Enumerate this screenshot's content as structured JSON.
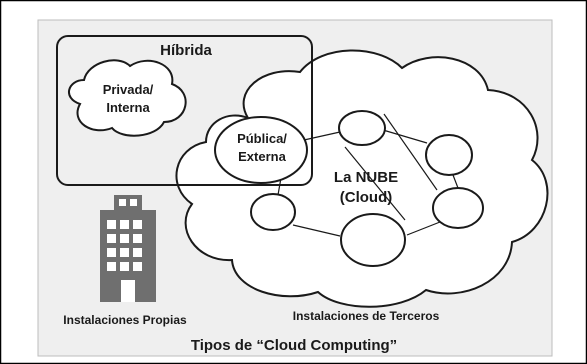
{
  "labels": {
    "hybrid": "Híbrida",
    "private_line1": "Privada/",
    "private_line2": "Interna",
    "public_line1": "Pública/",
    "public_line2": "Externa",
    "cloud_line1": "La NUBE",
    "cloud_line2": "(Cloud)",
    "own_facilities": "Instalaciones Propias",
    "third_party_facilities": "Instalaciones de Terceros",
    "caption": "Tipos de “Cloud Computing”"
  },
  "colors": {
    "outer_border": "#000000",
    "panel_background": "#efefef",
    "panel_border": "#bdbdbd",
    "cloud_fill": "#ffffff",
    "stroke": "#1a1a1a",
    "building": "#6f6f6f",
    "building_window": "#ffffff"
  },
  "icons": {
    "building": "building-icon"
  }
}
